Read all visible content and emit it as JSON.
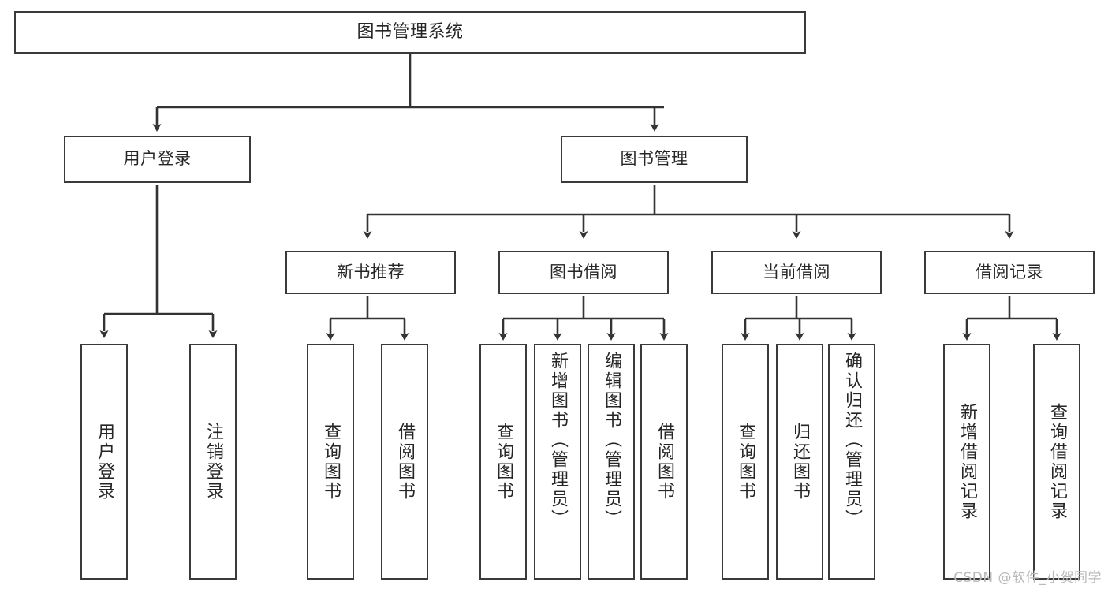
{
  "diagram": {
    "type": "tree",
    "title": "图书管理系统",
    "watermark": "CSDN @软件_小贺同学",
    "colors": {
      "box_border": "#3a3a3a",
      "box_fill": "#ffffff",
      "edge": "#333333",
      "text": "#262626",
      "watermark": "#b9b9b9",
      "background": "#ffffff"
    },
    "nodes": {
      "root": {
        "label": "图书管理系统"
      },
      "level2": [
        {
          "label": "用户登录"
        },
        {
          "label": "图书管理"
        }
      ],
      "level3": [
        {
          "label": "新书推荐"
        },
        {
          "label": "图书借阅"
        },
        {
          "label": "当前借阅"
        },
        {
          "label": "借阅记录"
        }
      ],
      "leaves": {
        "user_login": [
          {
            "label": "用户登录"
          },
          {
            "label": "注销登录"
          }
        ],
        "new_book": [
          {
            "label": "查询图书"
          },
          {
            "label": "借阅图书"
          }
        ],
        "borrow_book": [
          {
            "label": "查询图书"
          },
          {
            "label": "新增图书（管理员）"
          },
          {
            "label": "编辑图书（管理员）"
          },
          {
            "label": "借阅图书"
          }
        ],
        "current_borrow": [
          {
            "label": "查询图书"
          },
          {
            "label": "归还图书"
          },
          {
            "label": "确认归还（管理员）"
          }
        ],
        "borrow_record": [
          {
            "label": "新增借阅记录"
          },
          {
            "label": "查询借阅记录"
          }
        ]
      }
    }
  }
}
